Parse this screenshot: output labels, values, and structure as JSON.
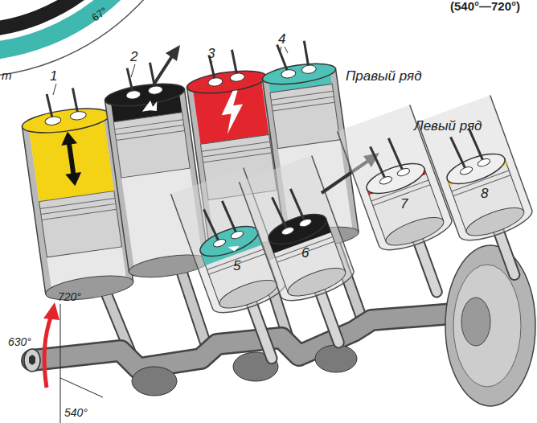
{
  "diagram": {
    "labels": [
      "67°",
      "(540°—720°)",
      "т",
      "1",
      "2",
      "3",
      "4",
      "Правый ряд",
      "Левый ряд",
      "5",
      "6",
      "7",
      "8",
      "720°",
      "630°",
      "540°"
    ]
  }
}
